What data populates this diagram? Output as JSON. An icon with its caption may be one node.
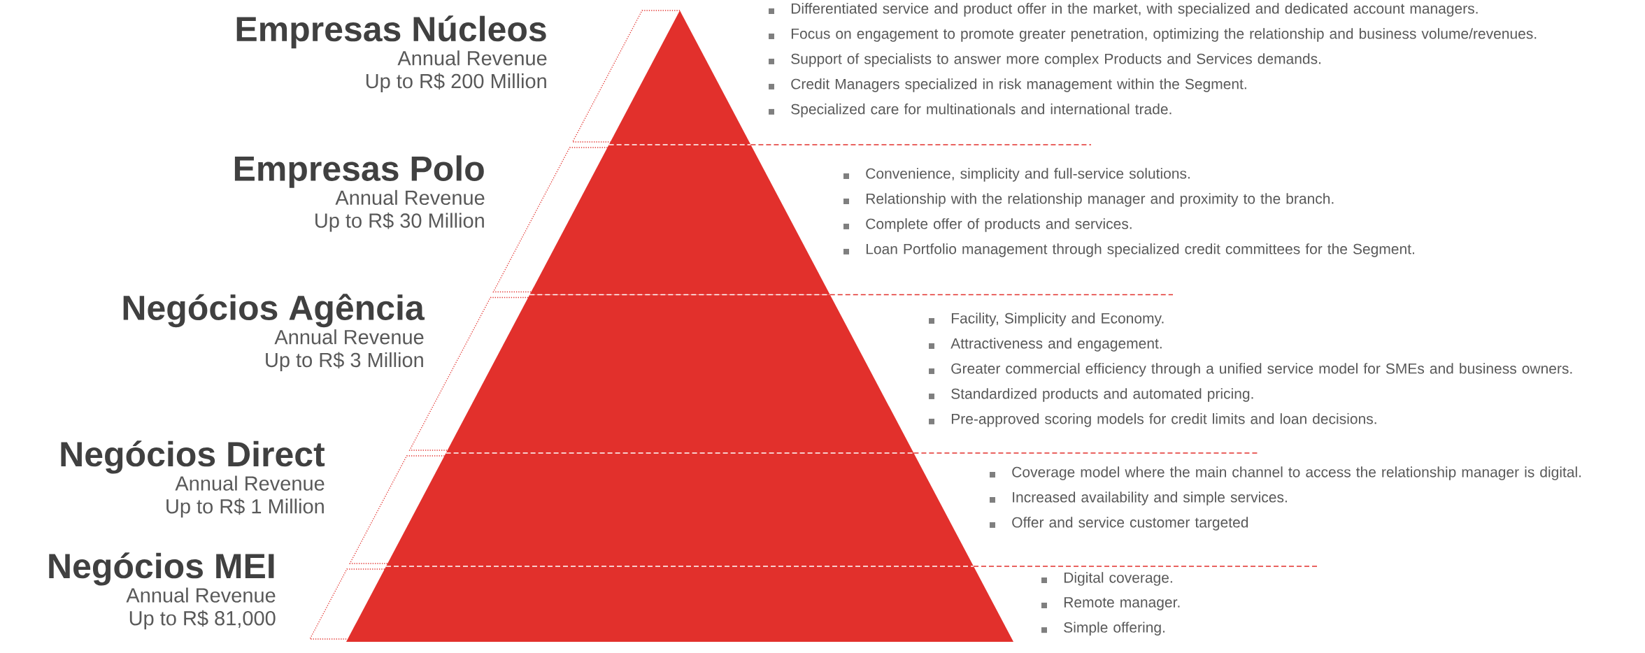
{
  "diagram": {
    "nodes": [
      {
        "text": [
          "Empresas Núcleos",
          "Annual Revenue",
          "Up to R$ 200 Million"
        ],
        "beside": [
          "Differentiated service and product offer in the market, with specialized and dedicated account managers.",
          "Focus on engagement to promote greater penetration, optimizing the relationship and business volume/revenues.",
          "Support of specialists to answer more complex Products and Services demands.",
          "Credit Managers specialized in risk management within the Segment.",
          "Specialized care for multinationals and international trade."
        ]
      },
      {
        "text": [
          "Empresas Polo",
          "Annual Revenue",
          "Up to R$ 30 Million"
        ],
        "beside": [
          "Convenience, simplicity and full-service solutions.",
          "Relationship with the relationship manager and proximity to the branch.",
          "Complete offer of products and services.",
          "Loan Portfolio management through specialized credit committees for the Segment."
        ]
      },
      {
        "text": [
          "Negócios Agência",
          "Annual Revenue",
          "Up to R$ 3 Million"
        ],
        "beside": [
          "Facility, Simplicity and Economy.",
          "Attractiveness and engagement.",
          "Greater commercial efficiency through a unified service model for SMEs and business owners.",
          "Standardized products and automated pricing.",
          "Pre-approved scoring models for credit limits and loan decisions."
        ]
      },
      {
        "text": [
          "Negócios Direct",
          "Annual Revenue",
          "Up to R$ 1 Million"
        ],
        "beside": [
          "Coverage model where the main channel to access the relationship manager is digital.",
          "Increased availability and simple services.",
          "Offer and service customer targeted"
        ]
      },
      {
        "text": [
          "Negócios MEI",
          "Annual Revenue",
          "Up to R$ 81,000"
        ],
        "beside": [
          "Digital coverage.",
          "Remote manager.",
          "Simple offering."
        ]
      }
    ]
  }
}
